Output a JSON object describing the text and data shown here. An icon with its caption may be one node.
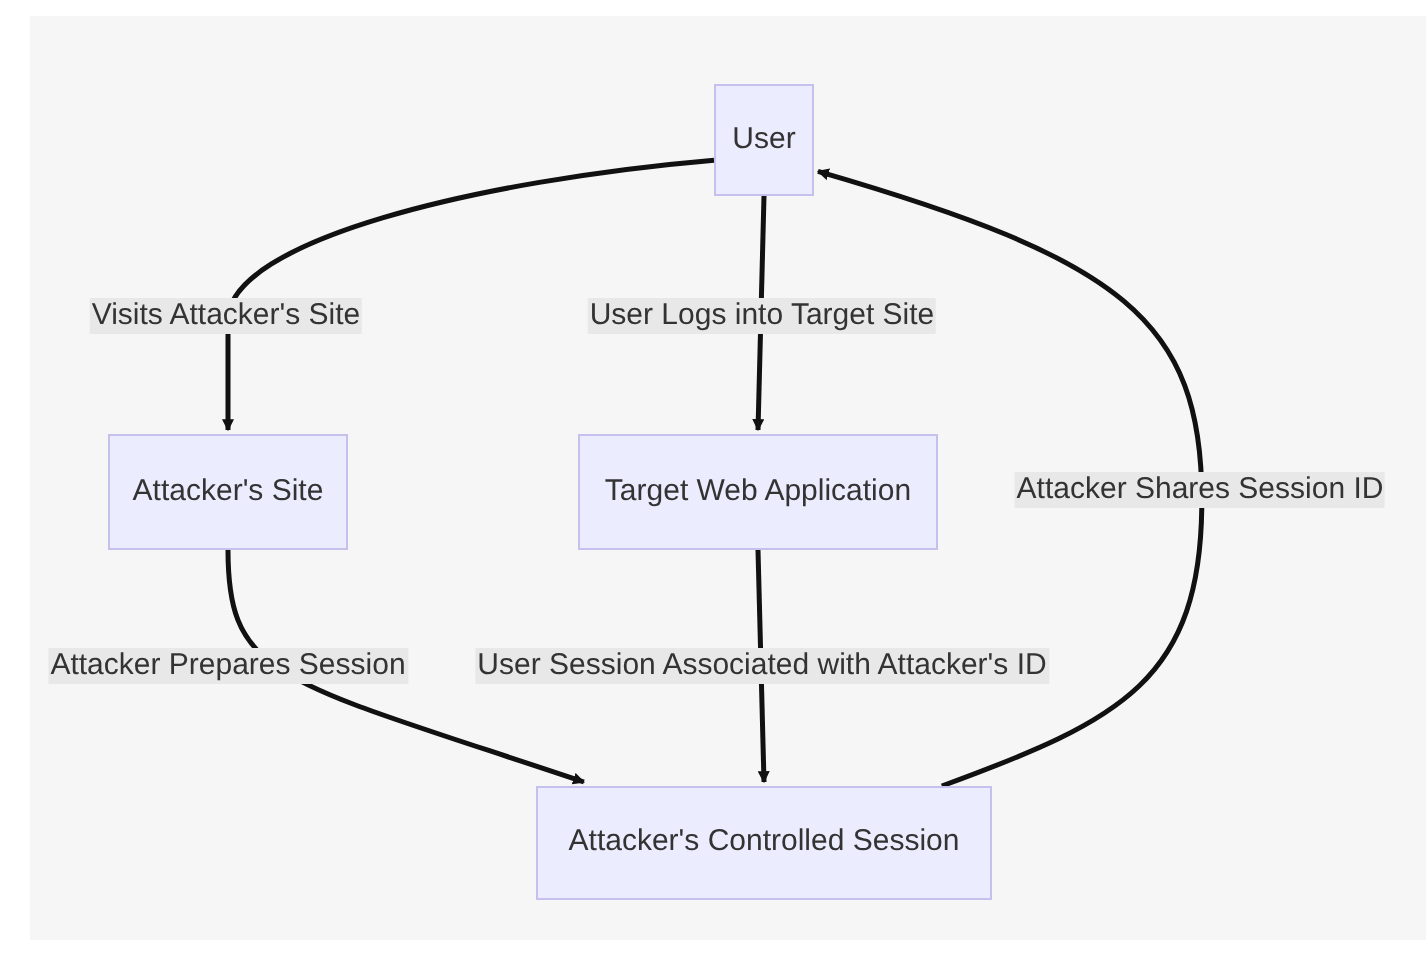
{
  "diagram": {
    "nodes": [
      {
        "text": [
          "User"
        ]
      },
      {
        "text": [
          "Attacker's Site"
        ]
      },
      {
        "text": [
          "Target Web Application"
        ]
      },
      {
        "text": [
          "Attacker's Controlled Session"
        ]
      }
    ],
    "edges": [
      {
        "from": 0,
        "to": 1,
        "arrow": "to",
        "label": "Visits Attacker's Site"
      },
      {
        "from": 0,
        "to": 2,
        "arrow": "to",
        "label": "User Logs into Target Site"
      },
      {
        "from": 1,
        "to": 3,
        "arrow": "to",
        "label": "Attacker Prepares Session"
      },
      {
        "from": 2,
        "to": 3,
        "arrow": "to",
        "label": "User Session Associated with Attacker's ID"
      },
      {
        "from": 3,
        "to": 0,
        "arrow": "to",
        "label": "Attacker Shares Session ID"
      }
    ]
  }
}
